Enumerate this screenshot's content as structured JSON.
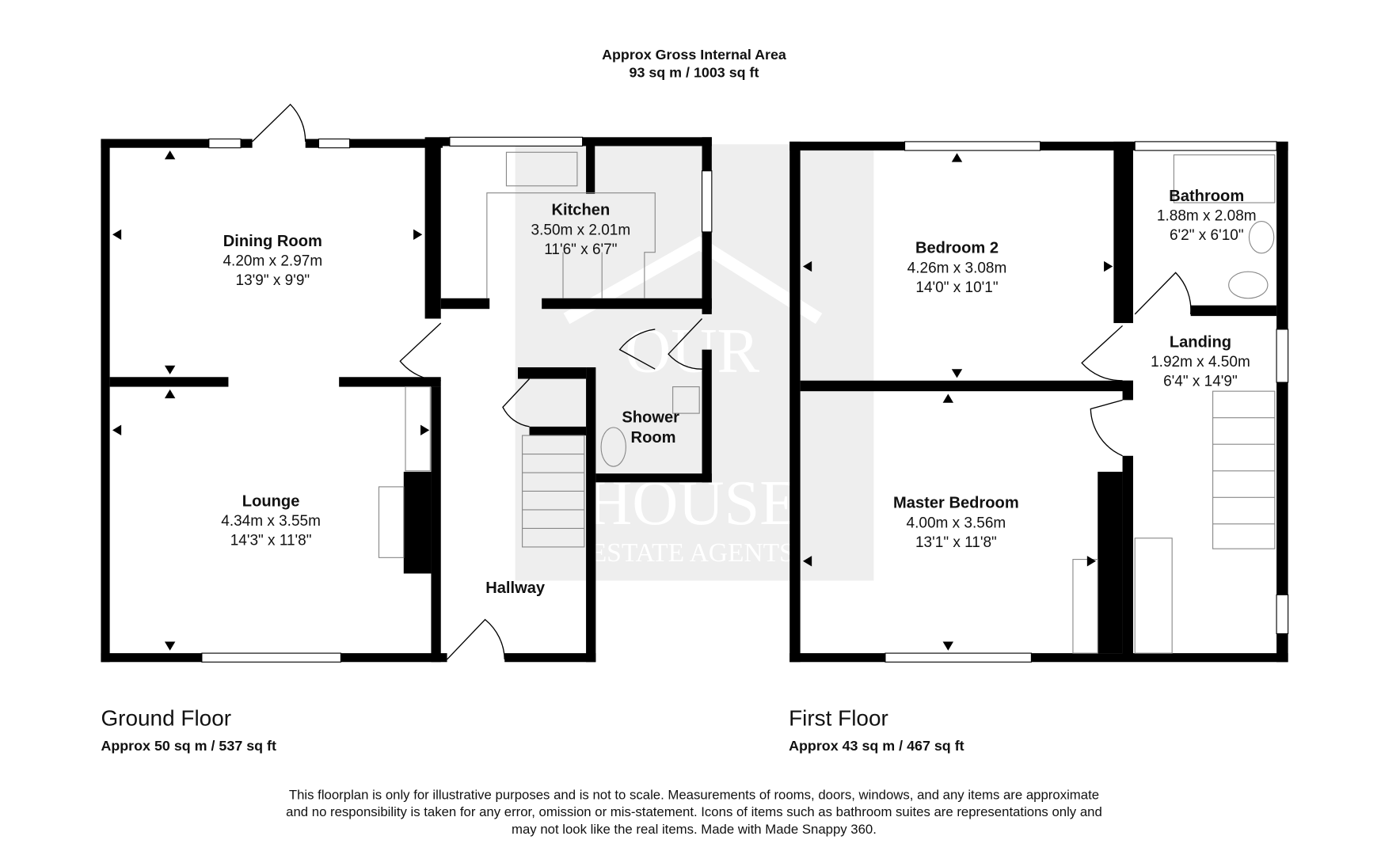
{
  "header": {
    "line1": "Approx Gross Internal Area",
    "line2": "93 sq m / 1003 sq ft"
  },
  "watermark": {
    "line1": "OUR",
    "line2": "HOUSE",
    "line3": "ESTATE AGENTS"
  },
  "ground_floor": {
    "label": "Ground Floor",
    "area": "Approx 50 sq m / 537 sq ft",
    "rooms": [
      {
        "name": "Dining Room",
        "metric": "4.20m x 2.97m",
        "imperial": "13'9\" x 9'9\""
      },
      {
        "name": "Kitchen",
        "metric": "3.50m x 2.01m",
        "imperial": "11'6\" x 6'7\""
      },
      {
        "name": "Lounge",
        "metric": "4.34m x 3.55m",
        "imperial": "14'3\" x 11'8\""
      },
      {
        "name": "Shower",
        "name2": "Room"
      },
      {
        "name": "Hallway"
      }
    ]
  },
  "first_floor": {
    "label": "First Floor",
    "area": "Approx 43 sq m / 467 sq ft",
    "rooms": [
      {
        "name": "Bedroom 2",
        "metric": "4.26m x 3.08m",
        "imperial": "14'0\" x 10'1\""
      },
      {
        "name": "Bathroom",
        "metric": "1.88m x 2.08m",
        "imperial": "6'2\" x 6'10\""
      },
      {
        "name": "Landing",
        "metric": "1.92m x 4.50m",
        "imperial": "6'4\" x 14'9\""
      },
      {
        "name": "Master Bedroom",
        "metric": "4.00m x 3.56m",
        "imperial": "13'1\" x 11'8\""
      }
    ]
  },
  "disclaimer": {
    "line1": "This floorplan is only for illustrative purposes and is not to scale. Measurements of rooms, doors, windows, and any items are approximate",
    "line2": "and no responsibility is taken for any error, omission or mis-statement. Icons of items such as bathroom suites are representations only and",
    "line3": "may not look like the real items. Made with Made Snappy 360."
  },
  "colors": {
    "walls": "#000000",
    "watermark_bg": "#eeeeee"
  }
}
